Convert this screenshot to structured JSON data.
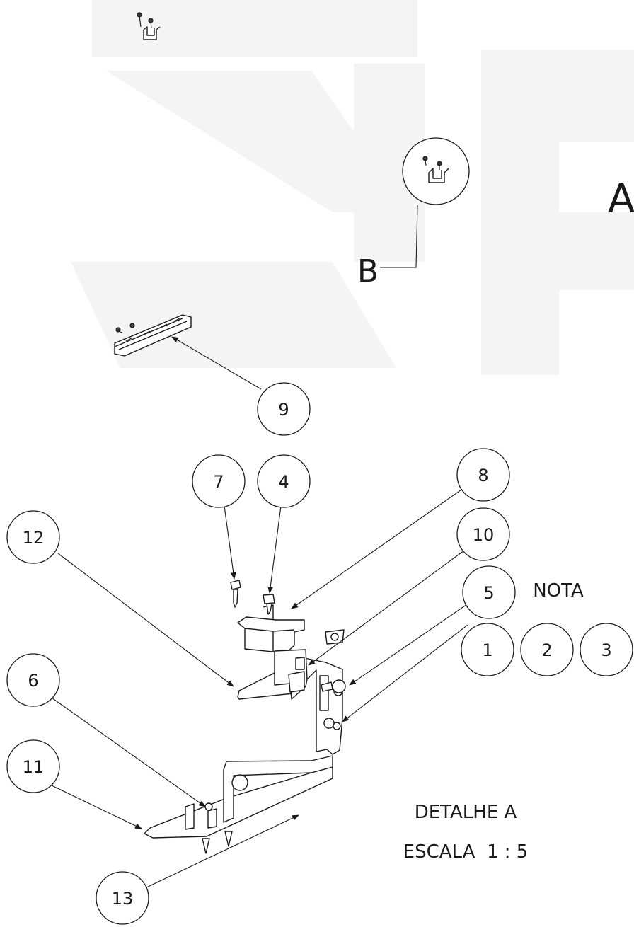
{
  "view_labels": {
    "a": "A",
    "b": "B"
  },
  "note": "NOTA",
  "detail": {
    "title": "DETALHE A",
    "scale": "ESCALA  1 : 5"
  },
  "balloons": {
    "b1": "1",
    "b2": "2",
    "b3": "3",
    "b4": "4",
    "b5": "5",
    "b6": "6",
    "b7": "7",
    "b8": "8",
    "b9": "9",
    "b10": "10",
    "b11": "11",
    "b12": "12",
    "b13": "13"
  },
  "colors": {
    "line": "#1a1a1a",
    "watermark": "#f4f4f4",
    "background": "#ffffff"
  }
}
